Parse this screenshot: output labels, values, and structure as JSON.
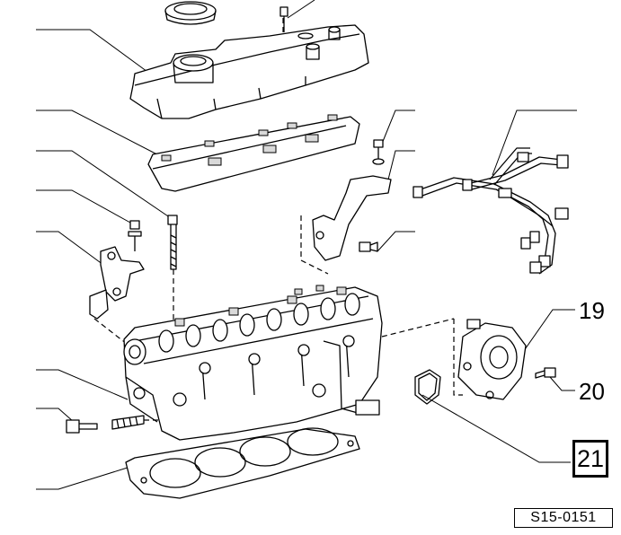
{
  "diagram": {
    "callouts": {
      "c19": "19",
      "c20": "20",
      "c21": "21"
    },
    "reference_code": "S15-0151"
  }
}
